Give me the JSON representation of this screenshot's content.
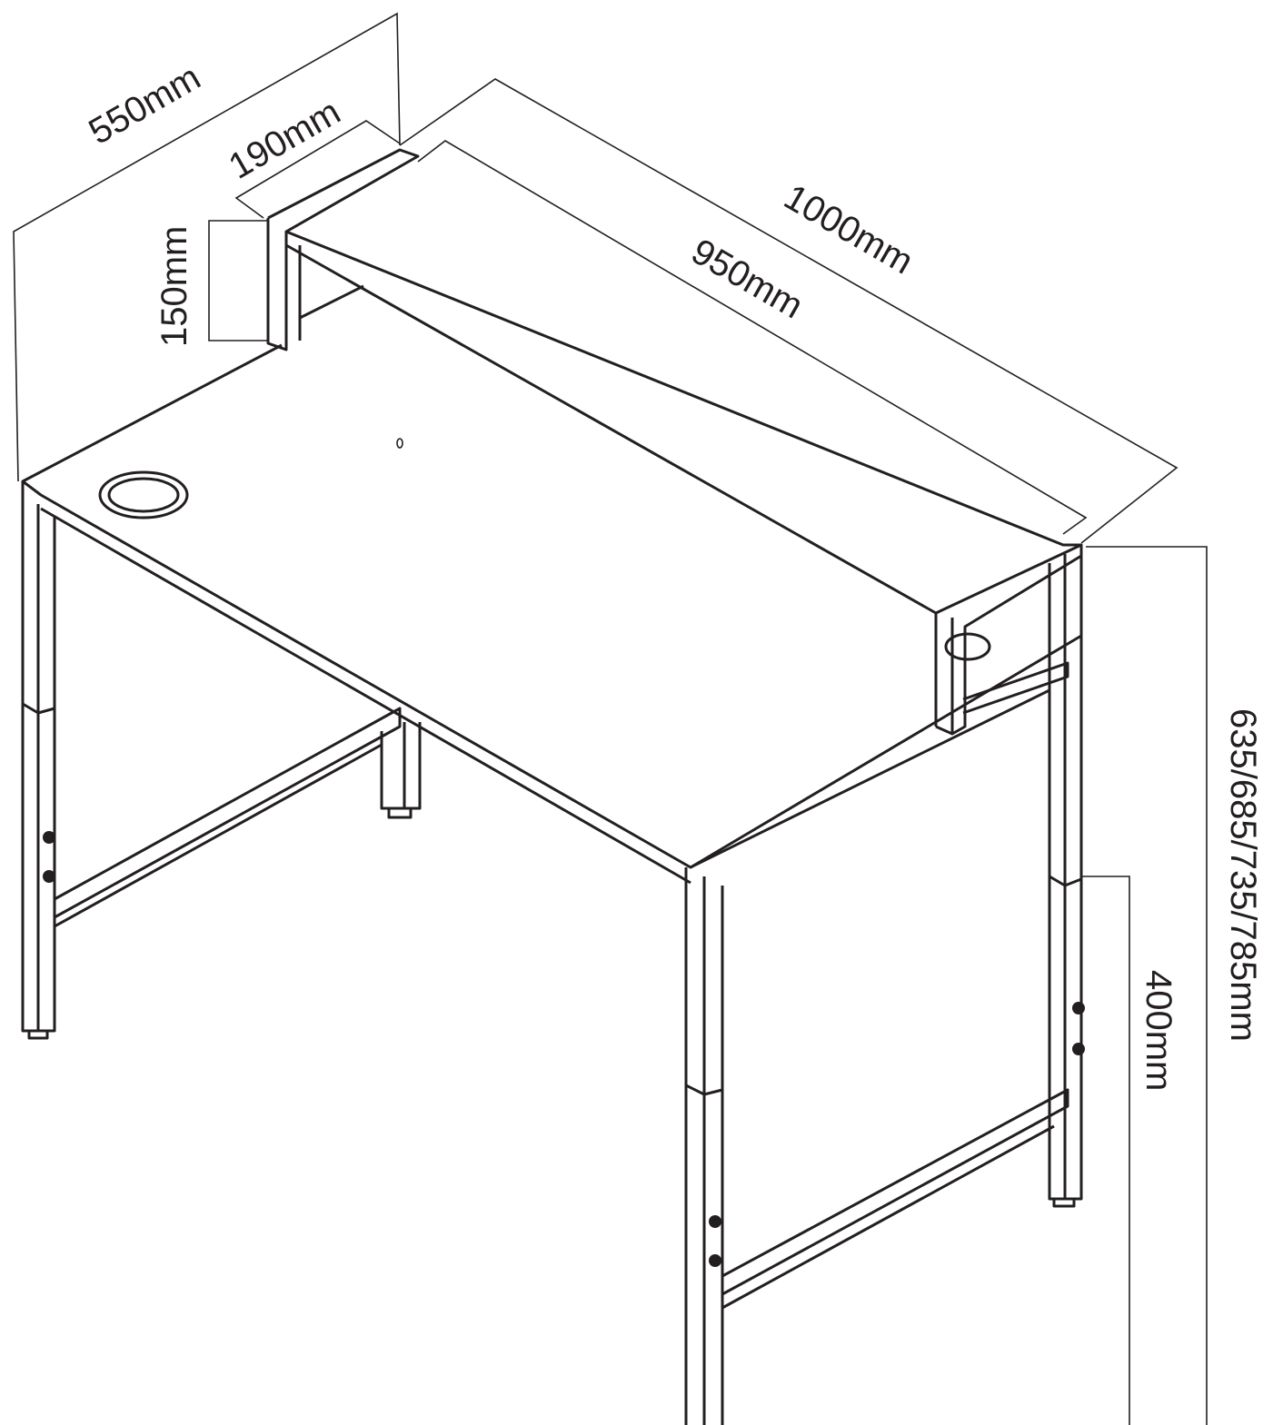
{
  "title": "Desk dimension drawing",
  "dimensions": {
    "depth": "550mm",
    "shelf_depth": "190mm",
    "width": "1000mm",
    "shelf_width": "950mm",
    "shelf_height": "150mm",
    "table_height": "635/685/735/785mm",
    "stretcher_height": "400mm"
  },
  "colors": {
    "line": "#231f20",
    "background": "#ffffff"
  }
}
